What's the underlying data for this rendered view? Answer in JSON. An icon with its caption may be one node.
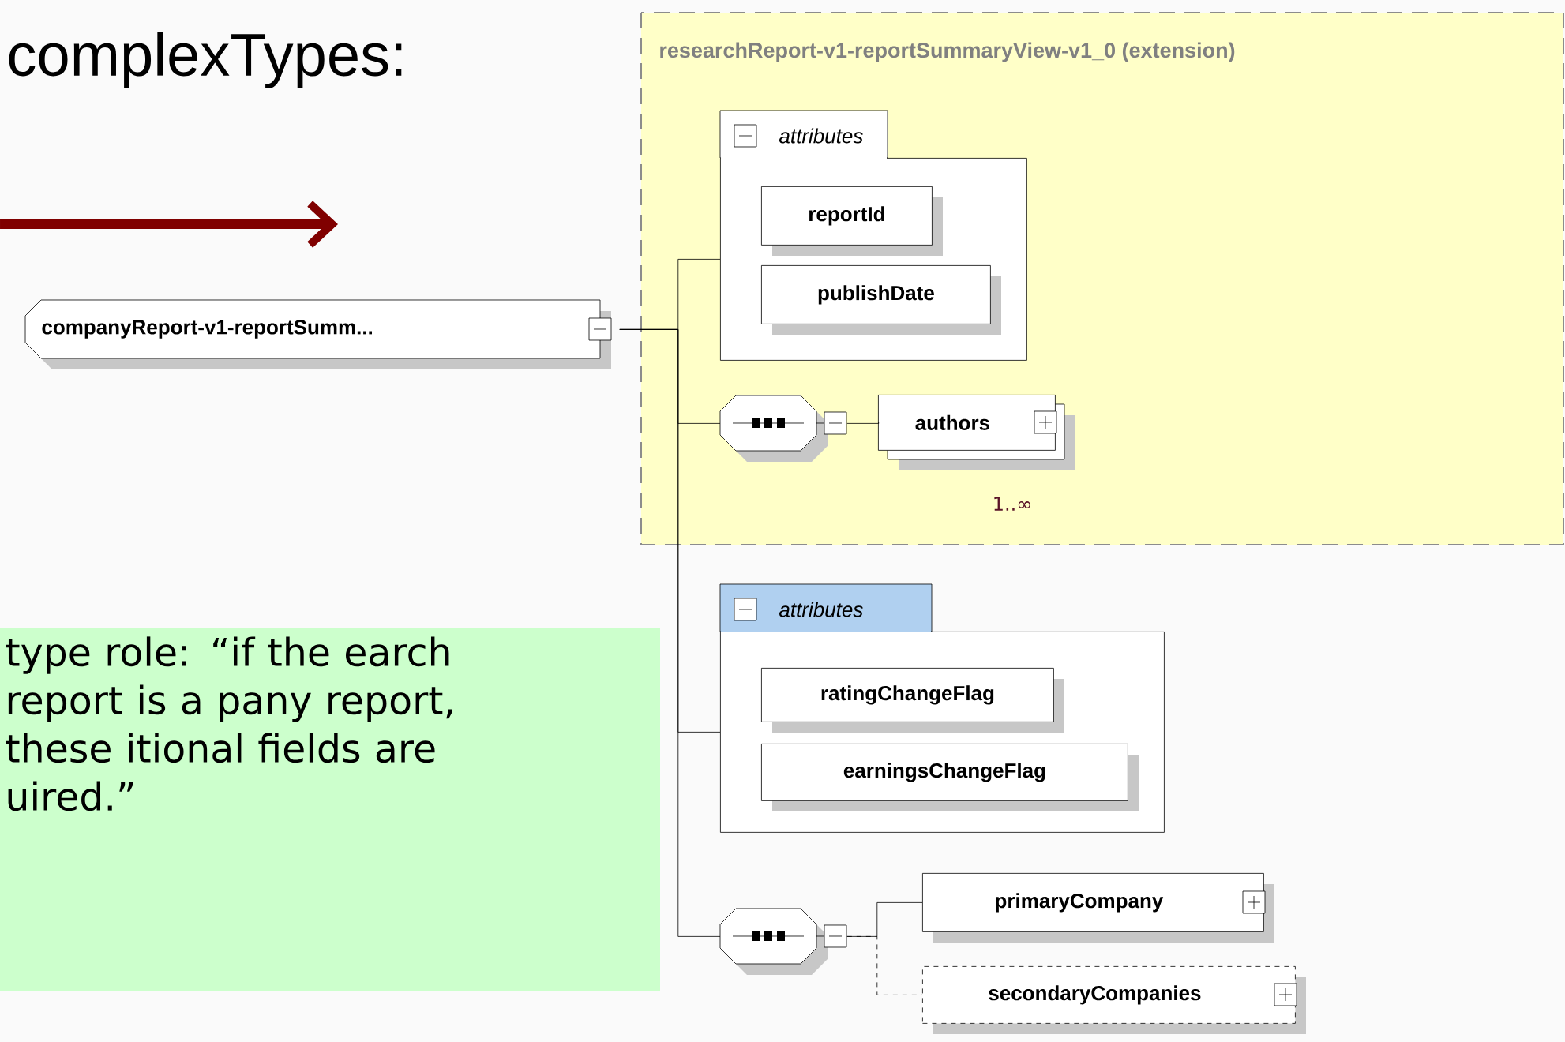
{
  "diagram": {
    "title": "complexTypes:",
    "nodes": [
      {
        "text": [
          "type role: “if the earch report is a pany report, these itional fields are uired.”"
        ]
      },
      {
        "text": [
          "researchReport-v1-reportSummaryView-v1_0 (extension)"
        ]
      },
      {
        "text": [
          "companyReport-v1-reportSumm..."
        ]
      },
      {
        "text": [
          "attributes"
        ],
        "in": 1
      },
      {
        "text": [
          "reportId"
        ],
        "in": 3
      },
      {
        "text": [
          "publishDate"
        ],
        "in": 3
      },
      {
        "text": [],
        "shape": "octagon",
        "in": 1
      },
      {
        "text": [
          "authors"
        ],
        "beside": [
          "1..∞"
        ],
        "in": 1
      },
      {
        "text": [
          "attributes"
        ]
      },
      {
        "text": [
          "ratingChangeFlag"
        ],
        "in": 8
      },
      {
        "text": [
          "earningsChangeFlag"
        ],
        "in": 8
      },
      {
        "text": [],
        "shape": "octagon"
      },
      {
        "text": [
          "primaryCompany"
        ]
      },
      {
        "text": [
          "secondaryCompanies"
        ]
      }
    ],
    "edges": [
      {
        "from": 2,
        "to": 3,
        "arrow": "none"
      },
      {
        "from": 2,
        "to": 6,
        "arrow": "none"
      },
      {
        "from": 2,
        "to": 8,
        "arrow": "none"
      },
      {
        "from": 2,
        "to": 11,
        "arrow": "none"
      },
      {
        "from": 6,
        "to": 7,
        "arrow": "none"
      },
      {
        "from": 11,
        "to": 12,
        "arrow": "none"
      },
      {
        "from": 11,
        "to": 13,
        "arrow": "none",
        "style": "dashed"
      }
    ]
  }
}
